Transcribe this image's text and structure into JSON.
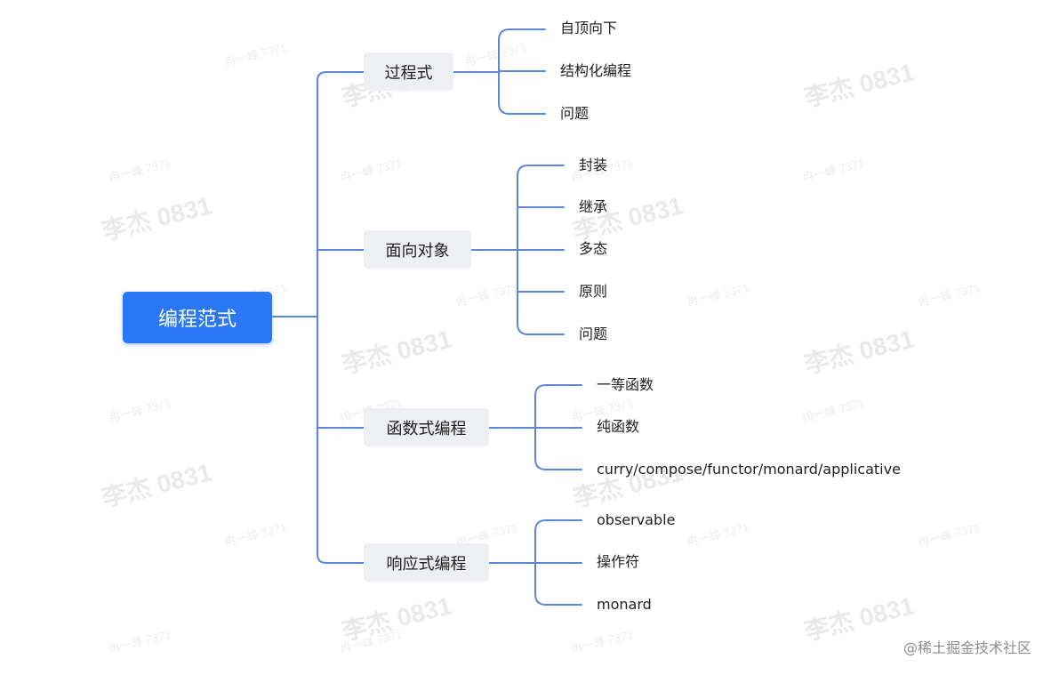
{
  "root": {
    "label": "编程范式"
  },
  "branches": [
    {
      "label": "过程式",
      "children": [
        "自顶向下",
        "结构化编程",
        "问题"
      ]
    },
    {
      "label": "面向对象",
      "children": [
        "封装",
        "继承",
        "多态",
        "原则",
        "问题"
      ]
    },
    {
      "label": "函数式编程",
      "children": [
        "一等函数",
        "纯函数",
        "curry/compose/functor/monard/applicative"
      ]
    },
    {
      "label": "响应式编程",
      "children": [
        "observable",
        "操作符",
        "monard"
      ]
    }
  ],
  "watermark": {
    "primary": "李杰 0831",
    "secondary": "冉一峰 7371"
  },
  "credit": "@稀土掘金技术社区",
  "colors": {
    "link": "#5b86dc",
    "root_fill": "#2b78f7",
    "branch_fill": "#edeff2"
  }
}
